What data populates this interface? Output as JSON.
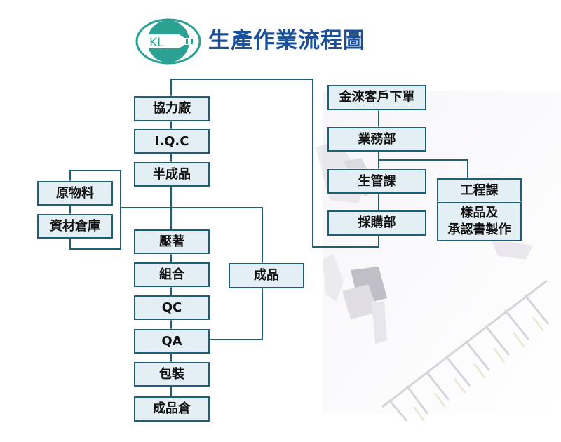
{
  "header": {
    "logo_text": "KL",
    "title": "生產作業流程圖"
  },
  "colors": {
    "title": "#1b5199",
    "logo": "#2aa192",
    "box_fill": "#e4eef5",
    "box_border": "#1d5f76",
    "connector": "#1d5f76"
  },
  "left_flow": {
    "subcontractor": "協力廠",
    "iqc": "I.Q.C",
    "semi_finished": "半成品",
    "crimping": "壓著",
    "assembly": "組合",
    "qc": "QC",
    "qa": "QA",
    "packaging": "包裝",
    "finished_warehouse": "成品倉"
  },
  "materials": {
    "raw_material": "原物料",
    "material_warehouse": "資材倉庫"
  },
  "finished_goods": "成品",
  "right_flow": {
    "customer_order": "金淶客戶下單",
    "sales_dept": "業務部",
    "production_control": "生管課",
    "purchasing_dept": "採購部",
    "engineering": "工程課",
    "samples_line1": "樣品及",
    "samples_line2": "承認書製作"
  }
}
